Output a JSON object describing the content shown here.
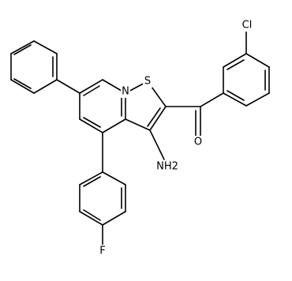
{
  "atom_labels": {
    "N": "N",
    "S": "S",
    "O": "O",
    "NH2": "NH2",
    "Cl": "Cl",
    "F": "F"
  }
}
